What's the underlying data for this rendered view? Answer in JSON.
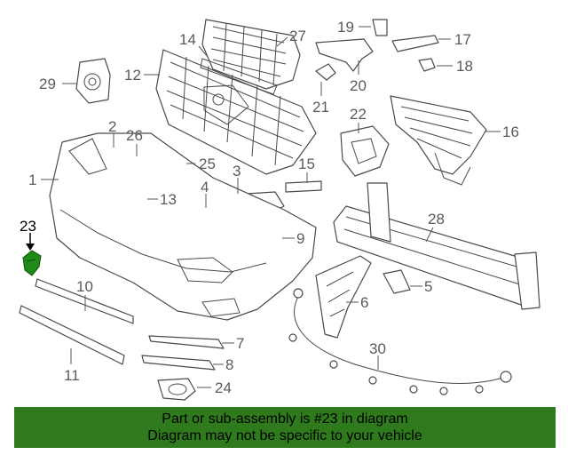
{
  "callouts": [
    {
      "id": "1",
      "label": "1"
    },
    {
      "id": "2",
      "label": "2"
    },
    {
      "id": "3",
      "label": "3"
    },
    {
      "id": "4",
      "label": "4"
    },
    {
      "id": "5",
      "label": "5"
    },
    {
      "id": "6",
      "label": "6"
    },
    {
      "id": "7",
      "label": "7"
    },
    {
      "id": "8",
      "label": "8"
    },
    {
      "id": "9",
      "label": "9"
    },
    {
      "id": "10",
      "label": "10"
    },
    {
      "id": "11",
      "label": "11"
    },
    {
      "id": "12",
      "label": "12"
    },
    {
      "id": "13",
      "label": "13"
    },
    {
      "id": "14",
      "label": "14"
    },
    {
      "id": "15",
      "label": "15"
    },
    {
      "id": "16",
      "label": "16"
    },
    {
      "id": "17",
      "label": "17"
    },
    {
      "id": "18",
      "label": "18"
    },
    {
      "id": "19",
      "label": "19"
    },
    {
      "id": "20",
      "label": "20"
    },
    {
      "id": "21",
      "label": "21"
    },
    {
      "id": "22",
      "label": "22"
    },
    {
      "id": "23",
      "label": "23"
    },
    {
      "id": "24",
      "label": "24"
    },
    {
      "id": "25",
      "label": "25"
    },
    {
      "id": "26",
      "label": "26"
    },
    {
      "id": "27",
      "label": "27"
    },
    {
      "id": "28",
      "label": "28"
    },
    {
      "id": "29",
      "label": "29"
    },
    {
      "id": "30",
      "label": "30"
    }
  ],
  "highlighted_part": "23",
  "highlight_color": "#1f8a17",
  "banner": {
    "line1": "Part or sub-assembly is #23 in diagram",
    "line2": "Diagram may not be specific to your vehicle",
    "background": "#2e7a1c"
  }
}
